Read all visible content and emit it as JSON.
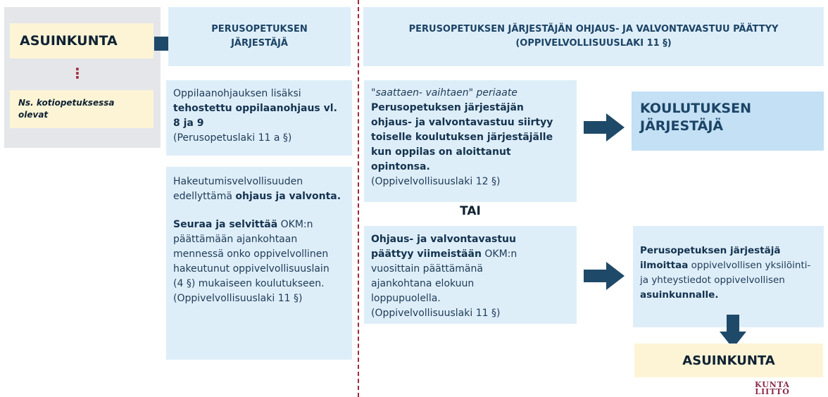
{
  "left": {
    "asuinkunta_top": "ASUINKUNTA",
    "dots": "⋮",
    "kotiopetus": "Ns. kotiopetuksessa olevat"
  },
  "middle": {
    "header": "PERUSOPETUKSEN JÄRJESTÄJÄ",
    "box1": {
      "line1": "Oppilaanohjauksen lisäksi",
      "bold": "tehostettu oppilaanohjaus vl. 8 ja 9",
      "ref": "(Perusopetuslaki 11 a §)"
    },
    "box2": {
      "p1_text": "Hakeutumisvelvollisuuden edellyttämä",
      "p1_bold": "ohjaus ja valvonta.",
      "p2_bold": "Seuraa ja selvittää",
      "p2_text": "OKM:n päättämään ajankohtaan mennessä onko oppivelvollinen hakeutunut oppivelvollisuuslain (4 §) mukaiseen koulutukseen. (Oppivelvollisuuslaki 11 §)"
    }
  },
  "right": {
    "header": "PERUSOPETUKSEN JÄRJESTÄJÄN OHJAUS- JA VALVONTAVASTUU PÄÄTTYY (OPPIVELVOLLISUUSLAKI 11 §)",
    "box1": {
      "italic": "\"saattaen- vaihtaen\" periaate",
      "bold": "Perusopetuksen järjestäjän ohjaus- ja valvontavastuu siirtyy toiselle koulutuksen järjestäjälle kun oppilas on aloittanut opintonsa.",
      "ref": "(Oppivelvollisuuslaki 12 §)"
    },
    "tai": "TAI",
    "box2": {
      "bold": "Ohjaus- ja valvontavastuu päättyy viimeistään",
      "text": "OKM:n vuosittain päättämänä ajankohtana elokuun loppupuolella. (Oppivelvollisuuslaki 11 §)"
    },
    "koulutuksen": "KOULUTUKSEN JÄRJESTÄJÄ",
    "ilmoittaa": {
      "b1": "Perusopetuksen järjestäjä ilmoittaa",
      "t1": "oppivelvollisen yksilöinti- ja yhteystiedot oppivelvollisen",
      "b2": "asuinkunnalle."
    },
    "asuinkunta_bottom": "ASUINKUNTA"
  },
  "logo": {
    "line1": "KUNTA",
    "line2": "LIITTO"
  },
  "colors": {
    "navy": "#1f4968",
    "light_blue": "#deeef9",
    "cream": "#fdf4d6",
    "gray": "#e4e6ea",
    "divider": "#a3263b"
  }
}
